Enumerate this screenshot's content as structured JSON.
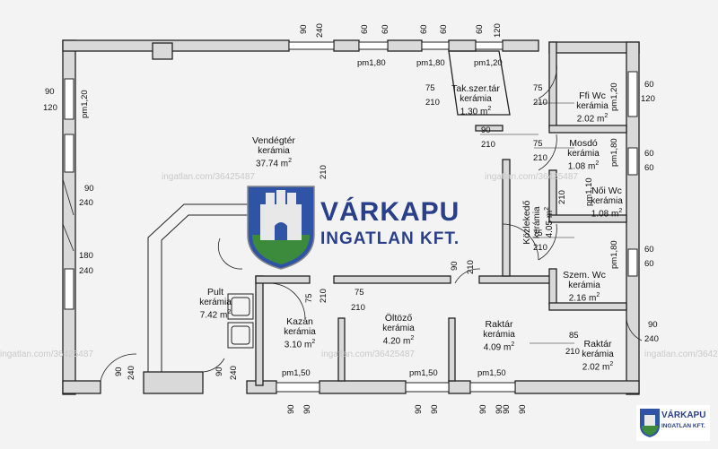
{
  "rooms": [
    {
      "name": "Vendégtér",
      "material": "kerámia",
      "area": "37.74 m"
    },
    {
      "name": "Tak.szer.tár",
      "material": "kerámia",
      "area": "1.30 m"
    },
    {
      "name": "Ffi Wc",
      "material": "kerámia",
      "area": "2.02 m"
    },
    {
      "name": "Mosdó",
      "material": "kerámia",
      "area": "1.08 m"
    },
    {
      "name": "Közlekedő",
      "material": "kerámia",
      "area": "4.05 m"
    },
    {
      "name": "Női Wc",
      "material": "kerámia",
      "area": "1.08 m"
    },
    {
      "name": "Szem. Wc",
      "material": "kerámia",
      "area": "2.16 m"
    },
    {
      "name": "Pult",
      "material": "kerámia",
      "area": "7.42 m"
    },
    {
      "name": "Kazán",
      "material": "kerámia",
      "area": "3.10 m"
    },
    {
      "name": "Öltöző",
      "material": "kerámia",
      "area": "4.20 m"
    },
    {
      "name": "Raktár",
      "material": "kerámia",
      "area": "4.09 m"
    },
    {
      "name": "Raktár",
      "material": "kerámia",
      "area": "2.02 m"
    }
  ],
  "area_unit_sup": "2",
  "dimensions": {
    "top": [
      "90",
      "240",
      "60",
      "60",
      "60",
      "60",
      "60",
      "120"
    ],
    "pm_top": [
      "pm1,80",
      "pm1,80",
      "pm1,20"
    ],
    "left": [
      "90",
      "120",
      "pm1,20",
      "90",
      "240",
      "180",
      "240"
    ],
    "interior": [
      "75",
      "210",
      "90",
      "210",
      "75",
      "210",
      "75",
      "210",
      "75",
      "210",
      "75",
      "210",
      "75",
      "210",
      "90",
      "210",
      "210",
      "210",
      "85",
      "210",
      "90",
      "240"
    ],
    "right": [
      "60",
      "120",
      "60",
      "60",
      "60",
      "60",
      "pm1,20",
      "pm1,80",
      "pm1,80",
      "pm1,10"
    ],
    "bottom": [
      "90",
      "240",
      "90",
      "240",
      "90",
      "90",
      "90",
      "90",
      "90",
      "90",
      "90",
      "90"
    ],
    "pm_bottom": [
      "pm1,50",
      "pm1,50",
      "pm1,50"
    ]
  },
  "watermark": "ingatlan.com/36425487",
  "logo": {
    "line1": "VÁRKAPU",
    "line2": "INGATLAN KFT."
  },
  "corner_logo": {
    "line1": "VÁRKAPU",
    "line2": "INGATLAN KFT."
  },
  "colors": {
    "wall": "#222222",
    "logo_blue": "#2a3f8a",
    "shield_blue": "#2f54a6",
    "shield_green": "#3c8a3c"
  }
}
